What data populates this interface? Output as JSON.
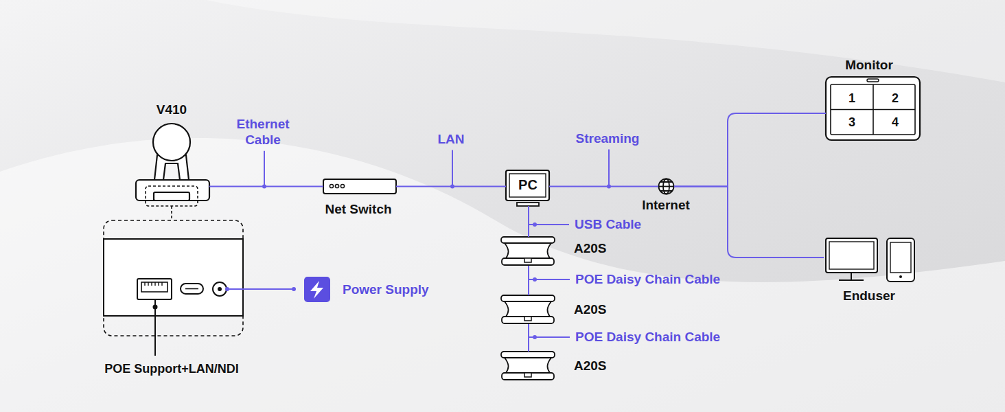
{
  "diagram": {
    "nodes": [
      {
        "text": [
          "V410"
        ]
      },
      {
        "text": [
          "Net Switch"
        ]
      },
      {
        "text": [
          "PC"
        ]
      },
      {
        "text": [
          "Internet"
        ]
      },
      {
        "text": [
          "Monitor"
        ]
      },
      {
        "text": [
          "Enduser"
        ]
      },
      {
        "text": [
          "A20S"
        ]
      },
      {
        "text": [
          "A20S"
        ]
      },
      {
        "text": [
          "A20S"
        ]
      },
      {
        "text": [
          "Power Supply"
        ]
      }
    ],
    "edges": [
      {
        "from": 0,
        "to": 1,
        "label": "Ethernet Cable",
        "arrow": "none"
      },
      {
        "from": 1,
        "to": 2,
        "label": "LAN",
        "arrow": "none"
      },
      {
        "from": 2,
        "to": 3,
        "label": "Streaming",
        "arrow": "none"
      },
      {
        "from": 3,
        "to": 4,
        "arrow": "none"
      },
      {
        "from": 3,
        "to": 5,
        "arrow": "none"
      },
      {
        "from": 2,
        "to": 6,
        "label": "USB Cable",
        "arrow": "none"
      },
      {
        "from": 6,
        "to": 7,
        "label": "POE Daisy Chain Cable",
        "arrow": "none"
      },
      {
        "from": 7,
        "to": 8,
        "label": "POE Daisy Chain Cable",
        "arrow": "none"
      }
    ],
    "labels": [
      "1",
      "2",
      "3",
      "4",
      "POE Support+LAN/NDI"
    ]
  }
}
